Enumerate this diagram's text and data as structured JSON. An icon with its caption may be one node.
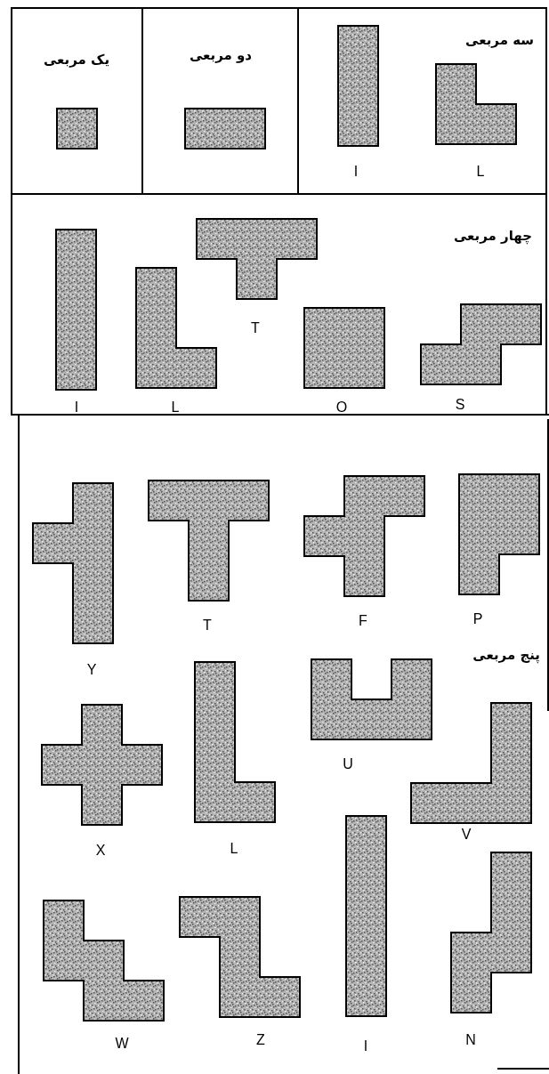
{
  "diagram": {
    "nodes": [
      {
        "text": [
          "یک مربعی"
        ]
      },
      {
        "text": [
          "دو مربعی"
        ]
      },
      {
        "text": [
          "سه مربعی"
        ]
      },
      {
        "text": [
          "چهار مربعی"
        ]
      },
      {
        "text": [
          "پنج مربعی"
        ]
      },
      {
        "text": [],
        "shape": "box",
        "in": 0
      },
      {
        "text": [],
        "shape": "box",
        "in": 1
      },
      {
        "text": [],
        "shape": "box",
        "in": 2,
        "beside": [
          "I"
        ]
      },
      {
        "text": [],
        "shape": "box",
        "in": 2,
        "beside": [
          "L"
        ]
      },
      {
        "text": [],
        "shape": "box",
        "in": 3,
        "beside": [
          "I"
        ]
      },
      {
        "text": [],
        "shape": "box",
        "in": 3,
        "beside": [
          "L"
        ]
      },
      {
        "text": [],
        "shape": "box",
        "in": 3,
        "beside": [
          "T"
        ]
      },
      {
        "text": [],
        "shape": "box",
        "in": 3,
        "beside": [
          "O"
        ]
      },
      {
        "text": [],
        "shape": "box",
        "in": 3,
        "beside": [
          "S"
        ]
      },
      {
        "text": [],
        "shape": "box",
        "in": 4,
        "beside": [
          "Y"
        ]
      },
      {
        "text": [],
        "shape": "box",
        "in": 4,
        "beside": [
          "T"
        ]
      },
      {
        "text": [],
        "shape": "box",
        "in": 4,
        "beside": [
          "F"
        ]
      },
      {
        "text": [],
        "shape": "box",
        "in": 4,
        "beside": [
          "P"
        ]
      },
      {
        "text": [],
        "shape": "box",
        "in": 4,
        "beside": [
          "X"
        ]
      },
      {
        "text": [],
        "shape": "box",
        "in": 4,
        "beside": [
          "L"
        ]
      },
      {
        "text": [],
        "shape": "box",
        "in": 4,
        "beside": [
          "U"
        ]
      },
      {
        "text": [],
        "shape": "box",
        "in": 4,
        "beside": [
          "V"
        ]
      },
      {
        "text": [],
        "shape": "box",
        "in": 4,
        "beside": [
          "W"
        ]
      },
      {
        "text": [],
        "shape": "box",
        "in": 4,
        "beside": [
          "Z"
        ]
      },
      {
        "text": [],
        "shape": "box",
        "in": 4,
        "beside": [
          "I"
        ]
      },
      {
        "text": [],
        "shape": "box",
        "in": 4,
        "beside": [
          "N"
        ]
      }
    ]
  }
}
